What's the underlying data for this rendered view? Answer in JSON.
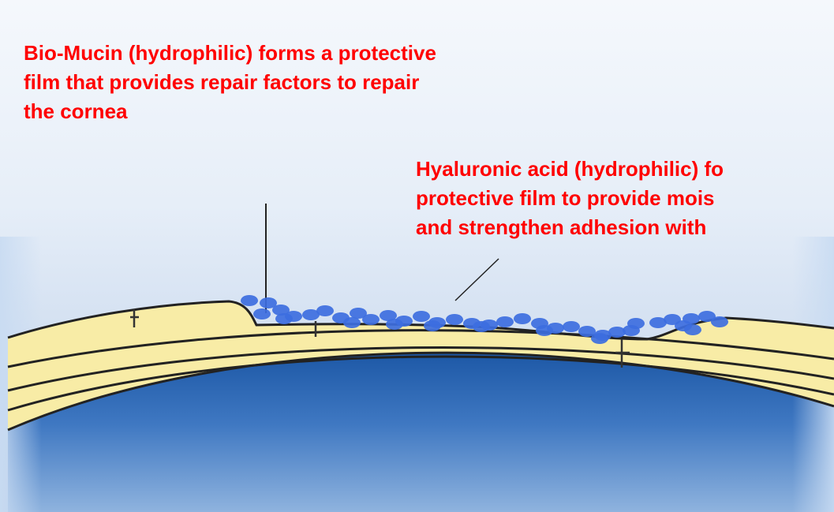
{
  "labels": {
    "bio_mucin": [
      "Bio-Mucin (hydrophilic) forms a protective",
      "film that provides repair factors to repair",
      "the cornea"
    ],
    "hyaluronic_acid": [
      "Hyaluronic acid (hydrophilic) fo",
      "protective film to provide mois",
      "and strengthen adhesion with"
    ]
  },
  "colors": {
    "label_text": "#ff0000",
    "tissue_layer": "#f8eca6",
    "layer_outline": "#222222",
    "eye_interior": "#2f66b4",
    "film_particle": "#3d6ee0"
  }
}
